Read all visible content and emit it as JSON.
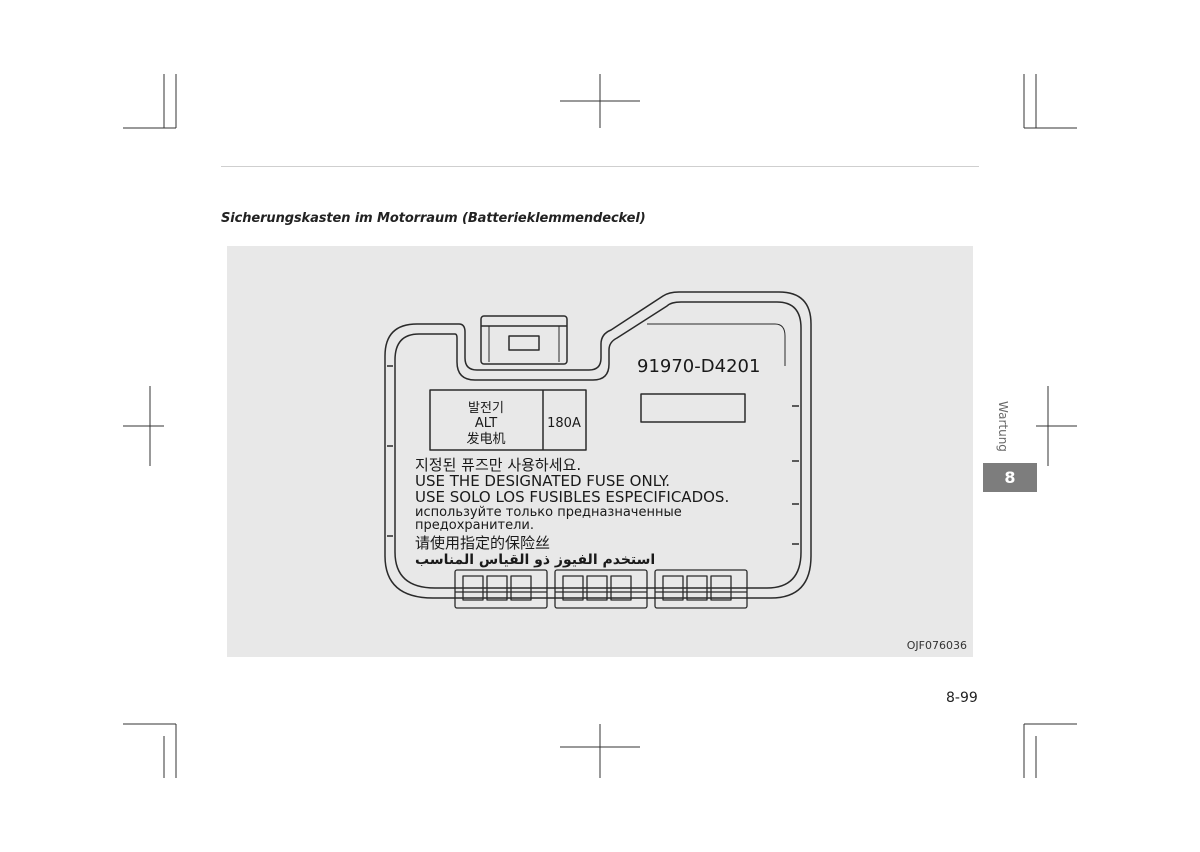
{
  "section_heading": "Sicherungskasten im Motorraum (Batterieklemmendeckel)",
  "cover": {
    "part_number": "91970-D4201",
    "alt_label_korean": "발전기",
    "alt_label_english": "ALT",
    "alt_label_chinese": "发电机",
    "alt_rating": "180A",
    "warning_korean": "지정된 퓨즈만 사용하세요.",
    "warning_english": "USE THE DESIGNATED FUSE ONLY.",
    "warning_spanish": "USE SOLO LOS FUSIBLES ESPECIFICADOS.",
    "warning_russian_line1": "используйте только предназначенные",
    "warning_russian_line2": "предохранители.",
    "warning_chinese": "请使用指定的保险丝",
    "warning_arabic": "استخدم الفيوز ذو القياس المناسب"
  },
  "figure_code": "OJF076036",
  "side_tab": {
    "label": "Wartung",
    "number": "8"
  },
  "page_number": "8-99"
}
